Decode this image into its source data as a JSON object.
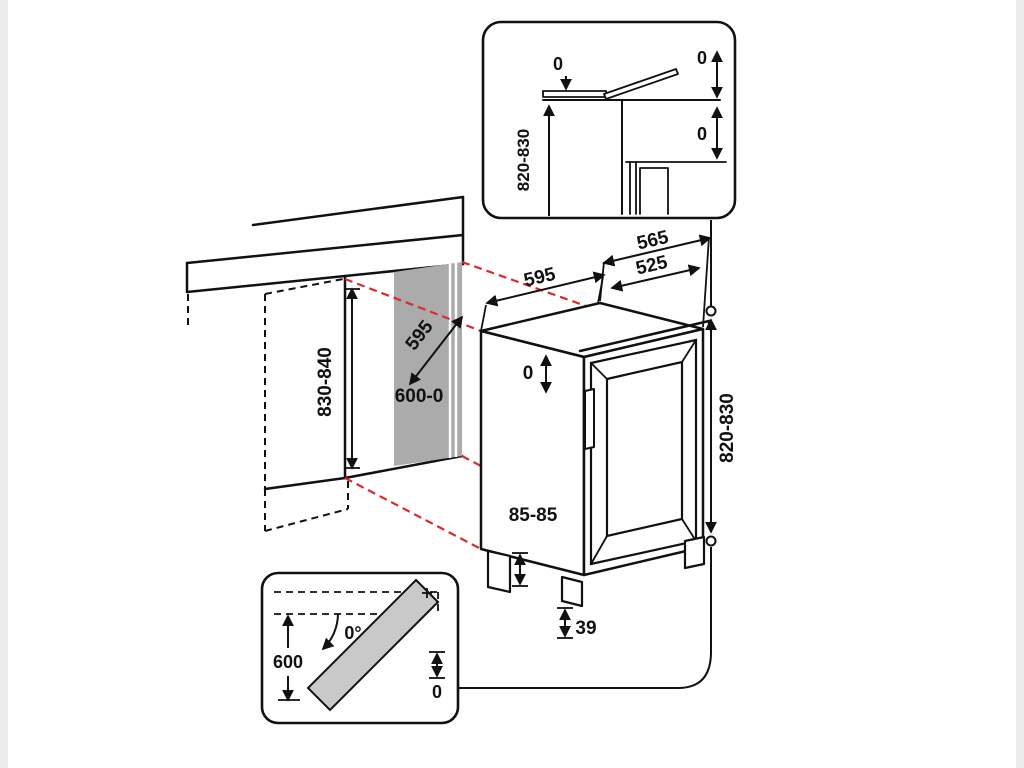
{
  "colors": {
    "red": "#dd2a2a",
    "panel_gray": "#ababab",
    "door_gray": "#c9c9c9",
    "line": "#111111",
    "background": "#ffffff"
  },
  "main": {
    "top_depth": "595",
    "width_outer": "565",
    "width_inner": "525",
    "niche_depth": "595",
    "niche_width": "600-0",
    "niche_height": "830-840",
    "appliance_height": "820-830",
    "top_gap": "0",
    "plinth": "85-85",
    "foot": "39"
  },
  "inset_top_right": {
    "height": "820-830",
    "gap_lid": "0",
    "gap_right_top": "0",
    "gap_right_mid": "0"
  },
  "inset_bottom_left": {
    "door_angle": "0°",
    "opening_height": "600",
    "side_gap": "0"
  }
}
